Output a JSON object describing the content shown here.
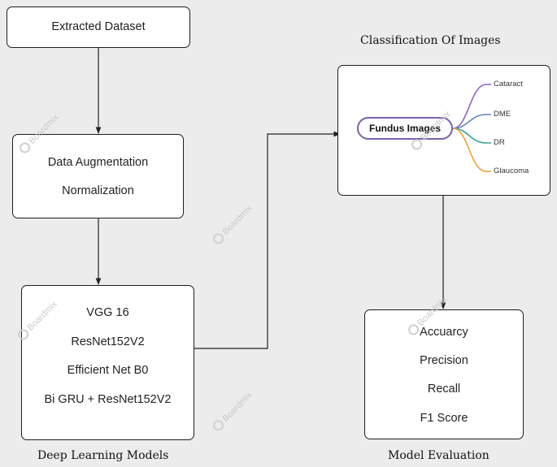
{
  "boxes": {
    "dataset": {
      "label": "Extracted Dataset"
    },
    "preprocess": {
      "lines": [
        "Data Augmentation",
        "Normalization"
      ]
    },
    "models": {
      "lines": [
        "VGG 16",
        "ResNet152V2",
        "Efficient Net B0",
        "Bi GRU + ResNet152V2"
      ]
    },
    "evaluation": {
      "lines": [
        "Accuarcy",
        "Precision",
        "Recall",
        "F1 Score"
      ]
    }
  },
  "captions": {
    "models": "Deep Learning Models",
    "classification": "Classification Of Images",
    "evaluation": "Model Evaluation"
  },
  "mindmap": {
    "root": "Fundus Images",
    "branches": [
      {
        "label": "Cataract",
        "color": "#8e63c6"
      },
      {
        "label": "DME",
        "color": "#5b86b8"
      },
      {
        "label": "DR",
        "color": "#3aa39a"
      },
      {
        "label": "Glaucoma",
        "color": "#f0a030"
      }
    ]
  },
  "watermark": "Boardmix"
}
